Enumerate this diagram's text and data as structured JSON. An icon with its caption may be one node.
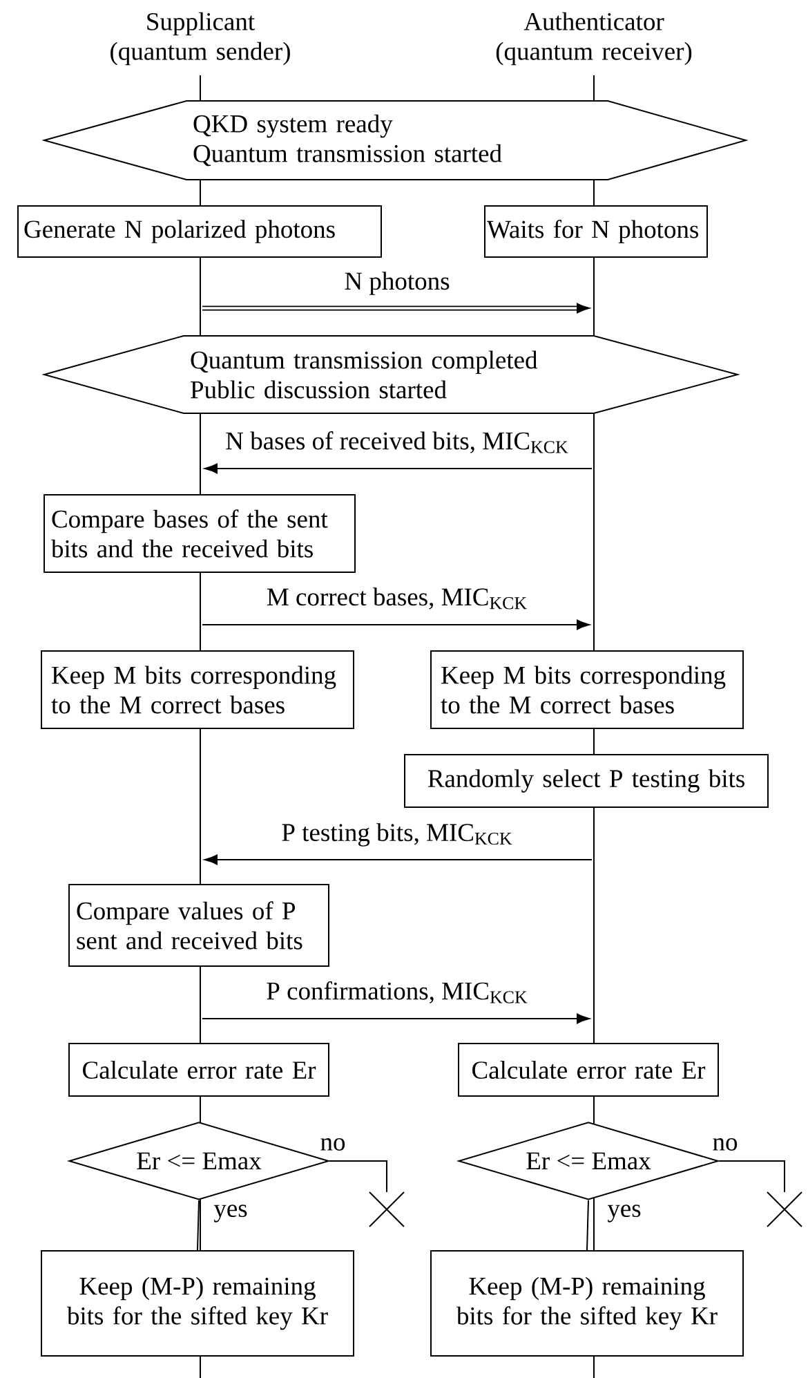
{
  "diagram": {
    "nodes": [
      {
        "text": [],
        "shape": "line",
        "beside": [
          "Supplicant (quantum sender)"
        ]
      },
      {
        "text": [],
        "shape": "line",
        "beside": [
          "Authenticator (quantum receiver)"
        ]
      },
      {
        "text": [
          "QKD system ready",
          "Quantum transmission started"
        ]
      },
      {
        "text": [
          "Generate N polarized photons"
        ]
      },
      {
        "text": [
          "Waits for N photons"
        ]
      },
      {
        "text": [
          "Quantum transmission completed",
          "Public discussion started"
        ]
      },
      {
        "text": [
          "Compare bases of the sent bits and the received bits"
        ]
      },
      {
        "text": [
          "Keep M bits corresponding to the M correct bases"
        ]
      },
      {
        "text": [
          "Keep M bits corresponding to the M correct bases"
        ]
      },
      {
        "text": [
          "Randomly select P testing bits"
        ]
      },
      {
        "text": [
          "Compare values of P sent and received bits"
        ]
      },
      {
        "text": [
          "Calculate error rate Er"
        ]
      },
      {
        "text": [
          "Calculate error rate Er"
        ]
      },
      {
        "text": [
          "Er <= Emax"
        ]
      },
      {
        "text": [
          "Er <= Emax"
        ]
      },
      {
        "text": [],
        "shape": "cross"
      },
      {
        "text": [],
        "shape": "cross"
      },
      {
        "text": [
          "Keep (M-P) remaining bits for the sifted key Kr"
        ]
      },
      {
        "text": [
          "Keep (M-P) remaining bits for the sifted key Kr"
        ]
      }
    ],
    "edges": [
      {
        "from": 0,
        "to": 1,
        "arrow": "to",
        "label": "N photons",
        "style": "thick"
      },
      {
        "from": 1,
        "to": 0,
        "arrow": "to",
        "label": "N bases of received bits, MIC$_{KCK}$"
      },
      {
        "from": 0,
        "to": 1,
        "arrow": "to",
        "label": "M correct bases, MIC$_{KCK}$"
      },
      {
        "from": 1,
        "to": 0,
        "arrow": "to",
        "label": "P testing bits, MIC$_{KCK}$"
      },
      {
        "from": 0,
        "to": 1,
        "arrow": "to",
        "label": "P confirmations, MIC$_{KCK}$"
      },
      {
        "from": 13,
        "to": 15,
        "arrow": "none",
        "label": "no"
      },
      {
        "from": 13,
        "to": 17,
        "arrow": "none",
        "label": "yes"
      },
      {
        "from": 14,
        "to": 16,
        "arrow": "none",
        "label": "no"
      },
      {
        "from": 14,
        "to": 18,
        "arrow": "none",
        "label": "yes"
      }
    ]
  }
}
